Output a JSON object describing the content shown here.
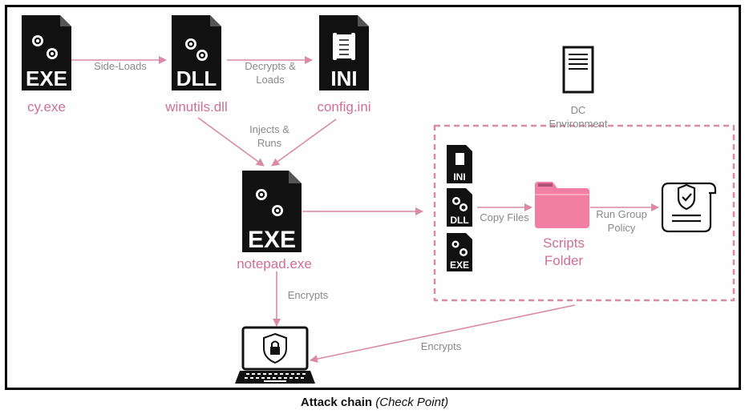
{
  "colors": {
    "pink": "#d98aa7",
    "pink_text": "#cf6f95",
    "folder": "#f27ea3",
    "gray_text": "#8a8a8a",
    "icon_black": "#111111",
    "frame": "#000000"
  },
  "files": {
    "cy": {
      "badge": "EXE",
      "name": "cy.exe",
      "icon": "exe-file-icon"
    },
    "winutils": {
      "badge": "DLL",
      "name": "winutils.dll",
      "icon": "dll-file-icon"
    },
    "config": {
      "badge": "INI",
      "name": "config.ini",
      "icon": "ini-file-icon"
    },
    "notepad": {
      "badge": "EXE",
      "name": "notepad.exe",
      "icon": "exe-file-icon"
    }
  },
  "edges": {
    "side_loads": "Side-Loads",
    "decrypts_line1": "Decrypts &",
    "decrypts_line2": "Loads",
    "injects_line1": "Injects &",
    "injects_line2": "Runs",
    "encrypts_down": "Encrypts",
    "encrypts_back": "Encrypts",
    "copy_files": "Copy Files",
    "run_gp_line1": "Run Group",
    "run_gp_line2": "Policy"
  },
  "dc": {
    "label_line1": "DC",
    "label_line2": "Environment",
    "icon": "server-icon",
    "small_files": [
      {
        "badge": "INI",
        "icon": "ini-file-icon"
      },
      {
        "badge": "DLL",
        "icon": "dll-file-icon"
      },
      {
        "badge": "EXE",
        "icon": "exe-file-icon"
      }
    ],
    "folder_line1": "Scripts",
    "folder_line2": "Folder",
    "folder_icon": "folder-icon",
    "policy_icon": "policy-scroll-icon"
  },
  "laptop_icon": "locked-laptop-icon",
  "caption": {
    "bold": "Attack chain",
    "italic": "(Check Point)"
  }
}
